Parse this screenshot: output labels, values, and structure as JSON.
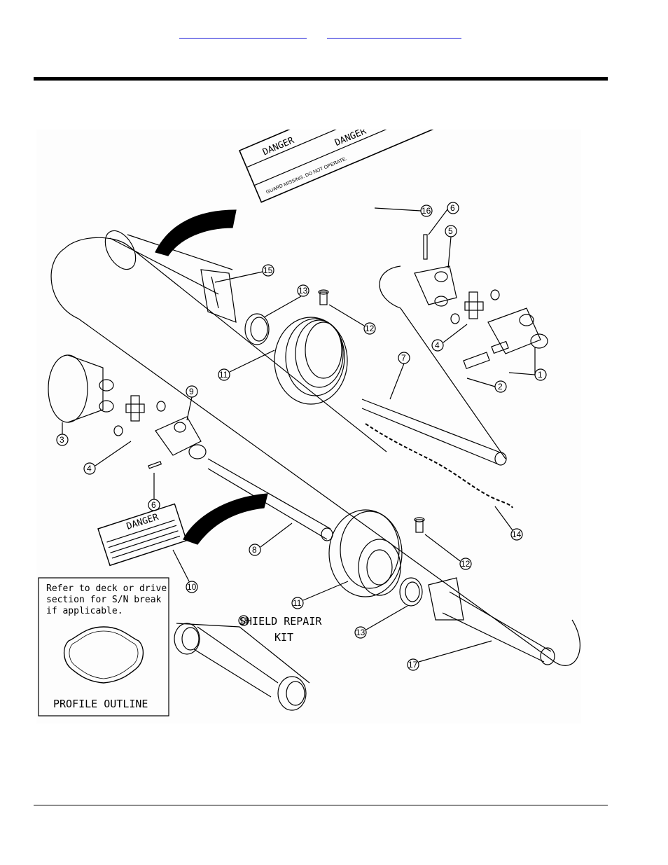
{
  "header": {
    "link_left": "",
    "link_right": ""
  },
  "figure": {
    "danger_label_word": "DANGER",
    "danger_warning_text": "GUARD MISSING. DO NOT OPERATE.",
    "note_lines": [
      "Refer to deck or drive",
      "section for S/N break",
      "if applicable."
    ],
    "profile_label": "PROFILE OUTLINE",
    "repair_kit_line1": "SHIELD REPAIR",
    "repair_kit_line2": "KIT",
    "callouts": [
      "1",
      "2",
      "3",
      "4",
      "4",
      "5",
      "6",
      "6",
      "7",
      "8",
      "9",
      "10",
      "11",
      "11",
      "12",
      "12",
      "13",
      "13",
      "14",
      "15",
      "16",
      "17",
      "18"
    ]
  }
}
